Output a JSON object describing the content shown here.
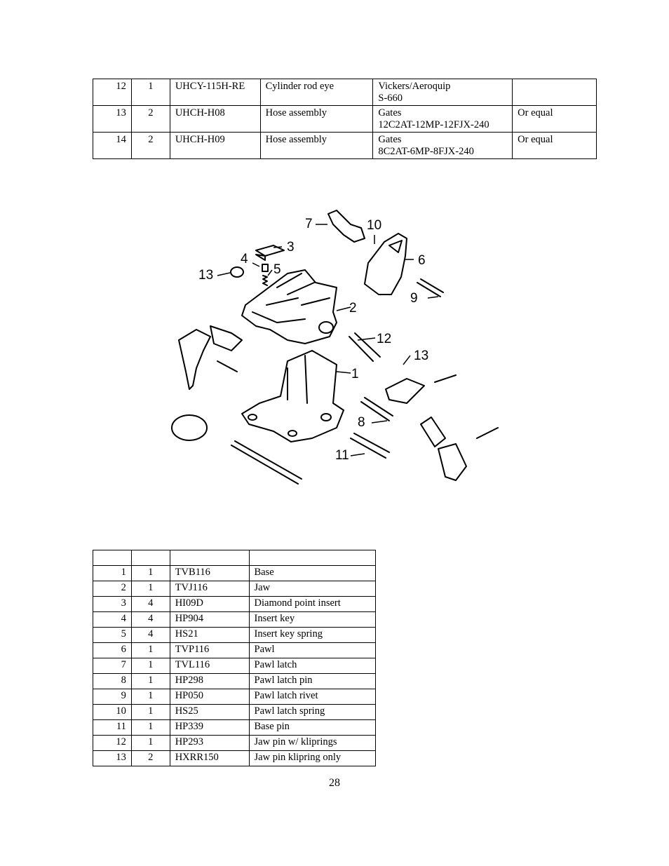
{
  "top_table": {
    "rows": [
      {
        "item": "12",
        "qty": "1",
        "part": "UHCY-115H-RE",
        "description": "Cylinder rod eye",
        "source_line1": "Vickers/Aeroquip",
        "source_line2": "S-660",
        "note": ""
      },
      {
        "item": "13",
        "qty": "2",
        "part": "UHCH-H08",
        "description": "Hose assembly",
        "source_line1": "Gates",
        "source_line2": "12C2AT-12MP-12FJX-240",
        "note": "Or equal"
      },
      {
        "item": "14",
        "qty": "2",
        "part": "UHCH-H09",
        "description": "Hose assembly",
        "source_line1": "Gates",
        "source_line2": "8C2AT-6MP-8FJX-240",
        "note": "Or equal"
      }
    ]
  },
  "diagram": {
    "callouts": [
      "1",
      "2",
      "3",
      "4",
      "5",
      "6",
      "7",
      "8",
      "9",
      "10",
      "11",
      "12",
      "13",
      "13"
    ]
  },
  "bottom_table": {
    "header": [
      "",
      "",
      "",
      ""
    ],
    "rows": [
      {
        "item": "1",
        "qty": "1",
        "part": "TVB116",
        "description": "Base"
      },
      {
        "item": "2",
        "qty": "1",
        "part": "TVJ116",
        "description": "Jaw"
      },
      {
        "item": "3",
        "qty": "4",
        "part": "HI09D",
        "description": "Diamond point insert"
      },
      {
        "item": "4",
        "qty": "4",
        "part": "HP904",
        "description": "Insert key"
      },
      {
        "item": "5",
        "qty": "4",
        "part": "HS21",
        "description": "Insert key spring"
      },
      {
        "item": "6",
        "qty": "1",
        "part": "TVP116",
        "description": "Pawl"
      },
      {
        "item": "7",
        "qty": "1",
        "part": "TVL116",
        "description": "Pawl latch"
      },
      {
        "item": "8",
        "qty": "1",
        "part": "HP298",
        "description": "Pawl latch pin"
      },
      {
        "item": "9",
        "qty": "1",
        "part": "HP050",
        "description": "Pawl latch rivet"
      },
      {
        "item": "10",
        "qty": "1",
        "part": "HS25",
        "description": "Pawl latch spring"
      },
      {
        "item": "11",
        "qty": "1",
        "part": "HP339",
        "description": "Base pin"
      },
      {
        "item": "12",
        "qty": "1",
        "part": "HP293",
        "description": "Jaw pin w/ kliprings"
      },
      {
        "item": "13",
        "qty": "2",
        "part": "HXRR150",
        "description": "Jaw pin klipring only"
      }
    ]
  },
  "page_number": "28"
}
